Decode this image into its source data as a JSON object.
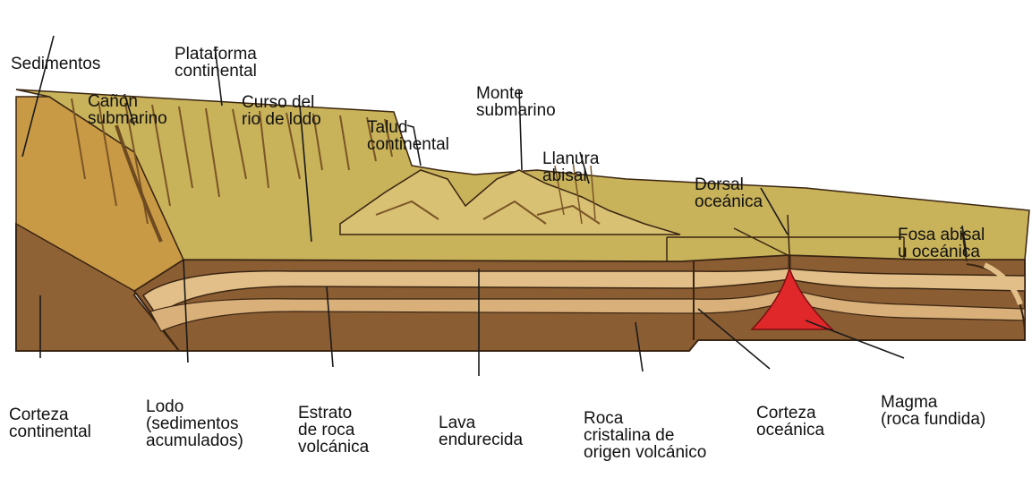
{
  "colors": {
    "surface": "#c8b25a",
    "surface_light": "#dccb7c",
    "slope": "#c99a45",
    "crust_dark": "#8a5e34",
    "crust_light": "#e3c08a",
    "layer_mid": "#a87544",
    "magma": "#e0282b",
    "ink": "#2b1a0e"
  },
  "labels": {
    "sedimentos": [
      "Sedimentos"
    ],
    "plataforma": [
      "Plataforma",
      "continental"
    ],
    "canon": [
      "Cañón",
      "submarino"
    ],
    "curso": [
      "Curso del",
      "rio de lodo"
    ],
    "talud": [
      "Talud",
      "continental"
    ],
    "monte": [
      "Monte",
      "submarino"
    ],
    "llanura": [
      "Llanura",
      "abisal"
    ],
    "dorsal": [
      "Dorsal",
      "oceánica"
    ],
    "fosa": [
      "Fosa abisal",
      "u oceánica"
    ],
    "corteza_cont": [
      "Corteza",
      "continental"
    ],
    "lodo": [
      "Lodo",
      "(sedimentos",
      "acumulados)"
    ],
    "estrato": [
      "Estrato",
      "de roca",
      "volcánica"
    ],
    "lava": [
      "Lava",
      "endurecida"
    ],
    "roca": [
      "Roca",
      "cristalina de",
      "origen volcánico"
    ],
    "corteza_oce": [
      "Corteza",
      "oceánica"
    ],
    "magma": [
      "Magma",
      "(roca fundida)"
    ]
  }
}
